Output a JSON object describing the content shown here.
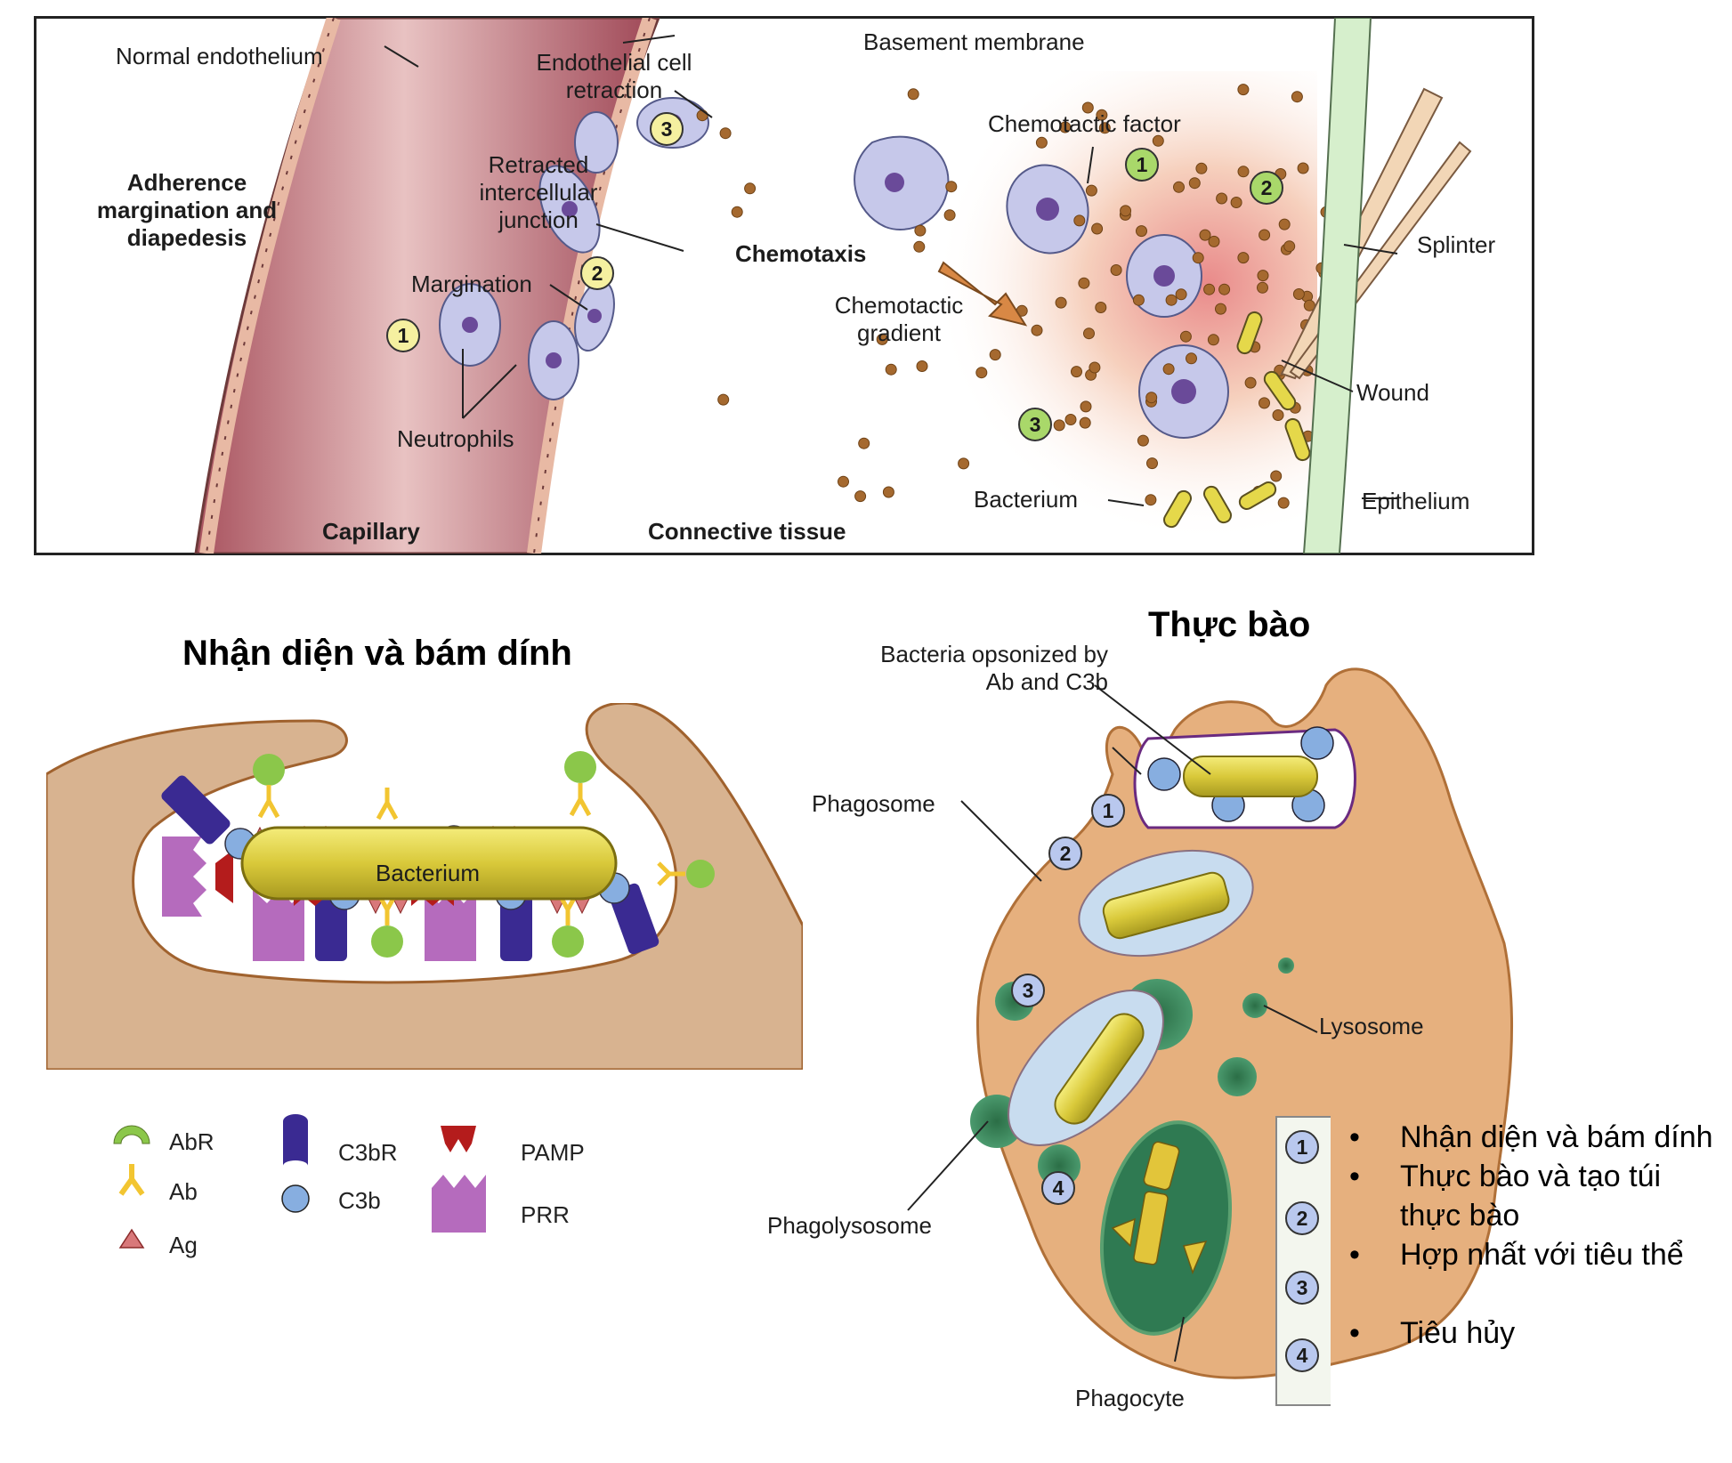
{
  "top_panel": {
    "labels": {
      "normal_endothelium": "Normal endothelium",
      "endothelial_cell_retraction": "Endothelial cell retraction",
      "basement_membrane": "Basement membrane",
      "adherence_title": "Adherence margination and diapedesis",
      "retracted_junction": "Retracted intercellular junction",
      "margination": "Margination",
      "neutrophils": "Neutrophils",
      "capillary": "Capillary",
      "connective_tissue": "Connective tissue",
      "chemotaxis": "Chemotaxis",
      "chemotactic_factor": "Chemotactic factor",
      "chemotactic_gradient": "Chemotactic gradient",
      "splinter": "Splinter",
      "wound": "Wound",
      "bacterium": "Bacterium",
      "epithelium": "Epithelium"
    },
    "badges": {
      "yellow": [
        "1",
        "2",
        "3"
      ],
      "green": [
        "1",
        "2",
        "3"
      ]
    }
  },
  "left_panel": {
    "title": "Nhận diện và bám dính",
    "bacterium_label": "Bacterium",
    "legend": [
      {
        "symbol": "abr",
        "label": "AbR"
      },
      {
        "symbol": "ab",
        "label": "Ab"
      },
      {
        "symbol": "ag",
        "label": "Ag"
      },
      {
        "symbol": "c3br",
        "label": "C3bR"
      },
      {
        "symbol": "c3b",
        "label": "C3b"
      },
      {
        "symbol": "pamp",
        "label": "PAMP"
      },
      {
        "symbol": "prr",
        "label": "PRR"
      }
    ]
  },
  "right_panel": {
    "title": "Thực bào",
    "labels": {
      "opsonized": "Bacteria opsonized by Ab and C3b",
      "phagosome": "Phagosome",
      "lysosome": "Lysosome",
      "phagolysosome": "Phagolysosome",
      "phagocyte": "Phagocyte"
    },
    "badges": [
      "1",
      "2",
      "3",
      "4"
    ]
  },
  "steps_legend": {
    "numbers": [
      "1",
      "2",
      "3",
      "4"
    ],
    "items": [
      "Nhận diện và bám dính",
      "Thực bào và tạo túi thực bào",
      "Hợp nhất với tiêu thể",
      "Tiêu hủy"
    ]
  },
  "colors": {
    "capillary": "#b5616b",
    "tissue_gradient": "#f6c9b4",
    "neutrophil": "#c6c8ea",
    "nucleus": "#6a4a99",
    "chemokine": "#a5692f",
    "bacterium": "#e5d84a",
    "phagocyte": "#e6b07e",
    "lysosome": "#2e7a4e",
    "c3br": "#3a2a92",
    "c3b": "#87aee0",
    "pamp": "#b41c1c",
    "prr": "#b56bbd",
    "abr": "#8bc74a",
    "ab": "#f2c531",
    "ag": "#d8787a"
  }
}
